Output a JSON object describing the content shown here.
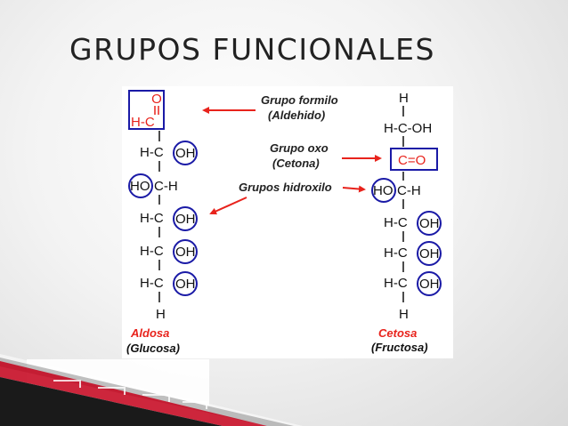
{
  "slide": {
    "title": "GRUPOS FUNCIONALES"
  },
  "colors": {
    "red": "#e8231c",
    "blue": "#1a1aa6",
    "black": "#111111",
    "title": "#222222"
  },
  "aldose": {
    "name": "Aldosa",
    "example": "(Glucosa)",
    "rows": [
      {
        "left": "",
        "center": "O",
        "right": ""
      },
      {
        "left": "",
        "center": "H-C",
        "right": ""
      },
      {
        "left": "H-C",
        "center": "",
        "right": "OH"
      },
      {
        "left": "HO",
        "center": "C-H",
        "right": ""
      },
      {
        "left": "H-C",
        "center": "",
        "right": "OH"
      },
      {
        "left": "H-C",
        "center": "",
        "right": "OH"
      },
      {
        "left": "H-C",
        "center": "",
        "right": "OH"
      },
      {
        "left": "",
        "center": "H",
        "right": ""
      }
    ]
  },
  "ketose": {
    "name": "Cetosa",
    "example": "(Fructosa)",
    "top_h": "H",
    "row_hcoh": "H-C-OH",
    "keto": "C=O",
    "ho": "HO",
    "ch": "C-H",
    "hc": "H-C",
    "oh": "OH",
    "bottom_h": "H"
  },
  "labels": {
    "formyl": "Grupo formilo",
    "aldehyde": "(Aldehido)",
    "oxo": "Grupo oxo",
    "ketone": "(Cetona)",
    "hydroxyl": "Grupos hidroxilo"
  }
}
